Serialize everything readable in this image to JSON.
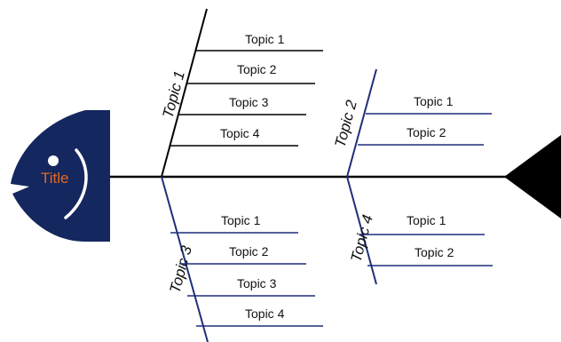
{
  "diagram": {
    "title": "Title",
    "categories": [
      {
        "label": "Topic 1",
        "side": "top",
        "items": [
          "Topic 1",
          "Topic 2",
          "Topic 3",
          "Topic 4"
        ]
      },
      {
        "label": "Topic 2",
        "side": "top",
        "items": [
          "Topic 1",
          "Topic 2"
        ]
      },
      {
        "label": "Topic 3",
        "side": "bottom",
        "items": [
          "Topic 1",
          "Topic 2",
          "Topic 3",
          "Topic 4"
        ]
      },
      {
        "label": "Topic 4",
        "side": "bottom",
        "items": [
          "Topic 1",
          "Topic 2"
        ]
      }
    ]
  },
  "colors": {
    "head": "#14275e",
    "title_text": "#e8661c",
    "spine": "#000000",
    "tail": "#000000",
    "black_branch": "#000000",
    "navy_branch": "#1f2f7a",
    "text": "#111111",
    "background": "#ffffff"
  }
}
